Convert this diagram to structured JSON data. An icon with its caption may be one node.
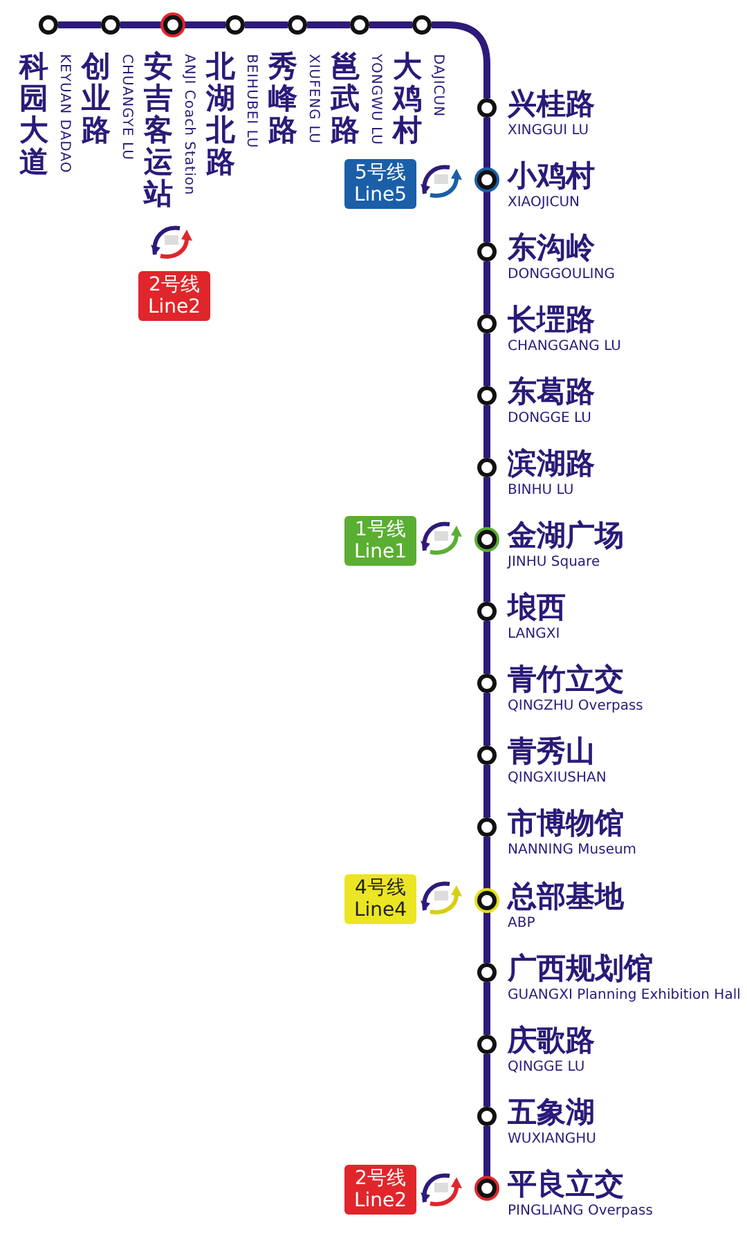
{
  "diagram": {
    "nodes": [
      {
        "text": [],
        "shape": "circle",
        "beside": [
          "科园大道",
          "KEYUAN DADAO"
        ]
      },
      {
        "text": [],
        "shape": "circle",
        "beside": [
          "创业路",
          "CHUANGYE LU"
        ]
      },
      {
        "text": [],
        "shape": "circle",
        "beside": [
          "安吉客运站",
          "ANJI Coach Station"
        ]
      },
      {
        "text": [],
        "shape": "circle",
        "beside": [
          "北湖北路",
          "BEIHUBEI LU"
        ]
      },
      {
        "text": [],
        "shape": "circle",
        "beside": [
          "秀峰路",
          "XIUFENG LU"
        ]
      },
      {
        "text": [],
        "shape": "circle",
        "beside": [
          "邕武路",
          "YONGWU LU"
        ]
      },
      {
        "text": [],
        "shape": "circle",
        "beside": [
          "大鸡村",
          "DAJICUN"
        ]
      },
      {
        "text": [],
        "shape": "circle",
        "beside": [
          "兴桂路",
          "XINGGUI LU"
        ]
      },
      {
        "text": [],
        "shape": "circle",
        "beside": [
          "小鸡村",
          "XIAOJICUN"
        ]
      },
      {
        "text": [],
        "shape": "circle",
        "beside": [
          "东沟岭",
          "DONGGOULING"
        ]
      },
      {
        "text": [],
        "shape": "circle",
        "beside": [
          "长堽路",
          "CHANGGANG LU"
        ]
      },
      {
        "text": [],
        "shape": "circle",
        "beside": [
          "东葛路",
          "DONGGE LU"
        ]
      },
      {
        "text": [],
        "shape": "circle",
        "beside": [
          "滨湖路",
          "BINHU LU"
        ]
      },
      {
        "text": [],
        "shape": "circle",
        "beside": [
          "金湖广场",
          "JINHU Square"
        ]
      },
      {
        "text": [],
        "shape": "circle",
        "beside": [
          "埌西",
          "LANGXI"
        ]
      },
      {
        "text": [],
        "shape": "circle",
        "beside": [
          "青竹立交",
          "QINGZHU Overpass"
        ]
      },
      {
        "text": [],
        "shape": "circle",
        "beside": [
          "青秀山",
          "QINGXIUSHAN"
        ]
      },
      {
        "text": [],
        "shape": "circle",
        "beside": [
          "市博物馆",
          "NANNING Museum"
        ]
      },
      {
        "text": [],
        "shape": "circle",
        "beside": [
          "总部基地",
          "ABP"
        ]
      },
      {
        "text": [],
        "shape": "circle",
        "beside": [
          "广西规划馆",
          "GUANGXI Planning Exhibition Hall"
        ]
      },
      {
        "text": [],
        "shape": "circle",
        "beside": [
          "庆歌路",
          "QINGGE LU"
        ]
      },
      {
        "text": [],
        "shape": "circle",
        "beside": [
          "五象湖",
          "WUXIANGHU"
        ]
      },
      {
        "text": [],
        "shape": "circle",
        "beside": [
          "平良立交",
          "PINGLIANG Overpass"
        ]
      },
      {
        "text": [
          "5号线",
          "Line5"
        ]
      },
      {
        "text": [
          "2号线",
          "Line2"
        ]
      },
      {
        "text": [
          "1号线",
          "Line1"
        ]
      },
      {
        "text": [
          "4号线",
          "Line4"
        ]
      },
      {
        "text": [
          "2号线",
          "Line2"
        ]
      }
    ],
    "edges": [
      {
        "from": 0,
        "to": 1,
        "arrow": "none"
      },
      {
        "from": 1,
        "to": 2,
        "arrow": "none"
      },
      {
        "from": 2,
        "to": 3,
        "arrow": "none"
      },
      {
        "from": 3,
        "to": 4,
        "arrow": "none"
      },
      {
        "from": 4,
        "to": 5,
        "arrow": "none"
      },
      {
        "from": 5,
        "to": 6,
        "arrow": "none"
      },
      {
        "from": 6,
        "to": 7,
        "arrow": "none"
      },
      {
        "from": 7,
        "to": 8,
        "arrow": "none"
      },
      {
        "from": 8,
        "to": 9,
        "arrow": "none"
      },
      {
        "from": 9,
        "to": 10,
        "arrow": "none"
      },
      {
        "from": 10,
        "to": 11,
        "arrow": "none"
      },
      {
        "from": 11,
        "to": 12,
        "arrow": "none"
      },
      {
        "from": 12,
        "to": 13,
        "arrow": "none"
      },
      {
        "from": 13,
        "to": 14,
        "arrow": "none"
      },
      {
        "from": 14,
        "to": 15,
        "arrow": "none"
      },
      {
        "from": 15,
        "to": 16,
        "arrow": "none"
      },
      {
        "from": 16,
        "to": 17,
        "arrow": "none"
      },
      {
        "from": 17,
        "to": 18,
        "arrow": "none"
      },
      {
        "from": 18,
        "to": 19,
        "arrow": "none"
      },
      {
        "from": 19,
        "to": 20,
        "arrow": "none"
      },
      {
        "from": 20,
        "to": 21,
        "arrow": "none"
      },
      {
        "from": 21,
        "to": 22,
        "arrow": "none"
      }
    ]
  }
}
